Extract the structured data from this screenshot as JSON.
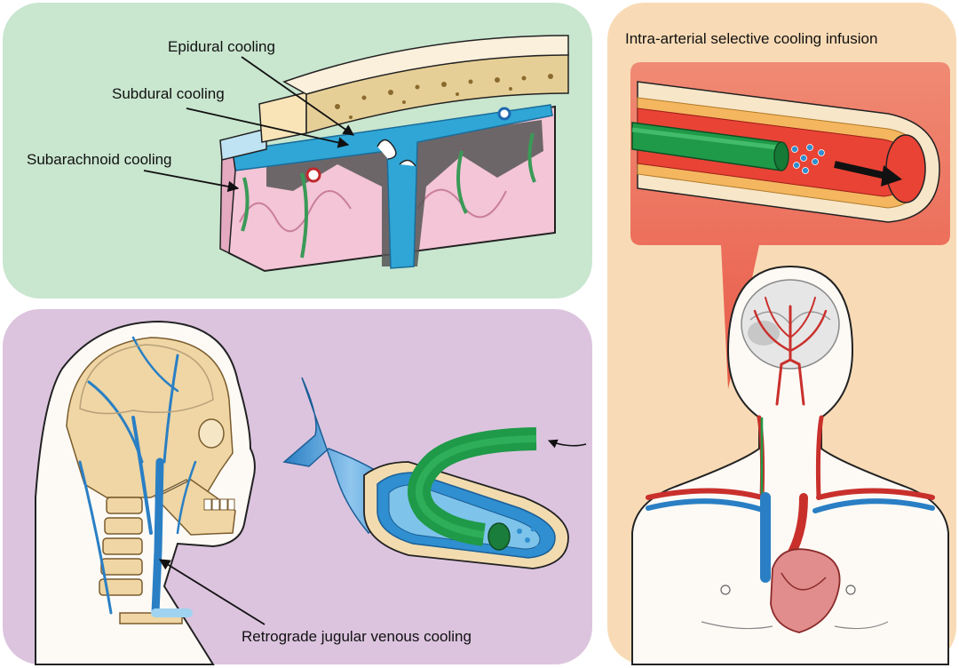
{
  "labels": {
    "epidural": "Epidural cooling",
    "subdural": "Subdural cooling",
    "subarachnoid": "Subarachnoid cooling",
    "intra_arterial": "Intra-arterial selective cooling infusion",
    "retrograde": "Retrograde jugular venous cooling"
  },
  "colors": {
    "panel_green": "#c9e6cf",
    "panel_purple": "#dcc4df",
    "panel_peach": "#f8dbb6",
    "callout_red": "#ec6f5d",
    "vessel_blue": "#2f8fd0",
    "artery_red": "#c9302c",
    "catheter_green": "#1f9a48",
    "bone_tan": "#efd6a4",
    "brain_pink": "#f3c5d6"
  }
}
